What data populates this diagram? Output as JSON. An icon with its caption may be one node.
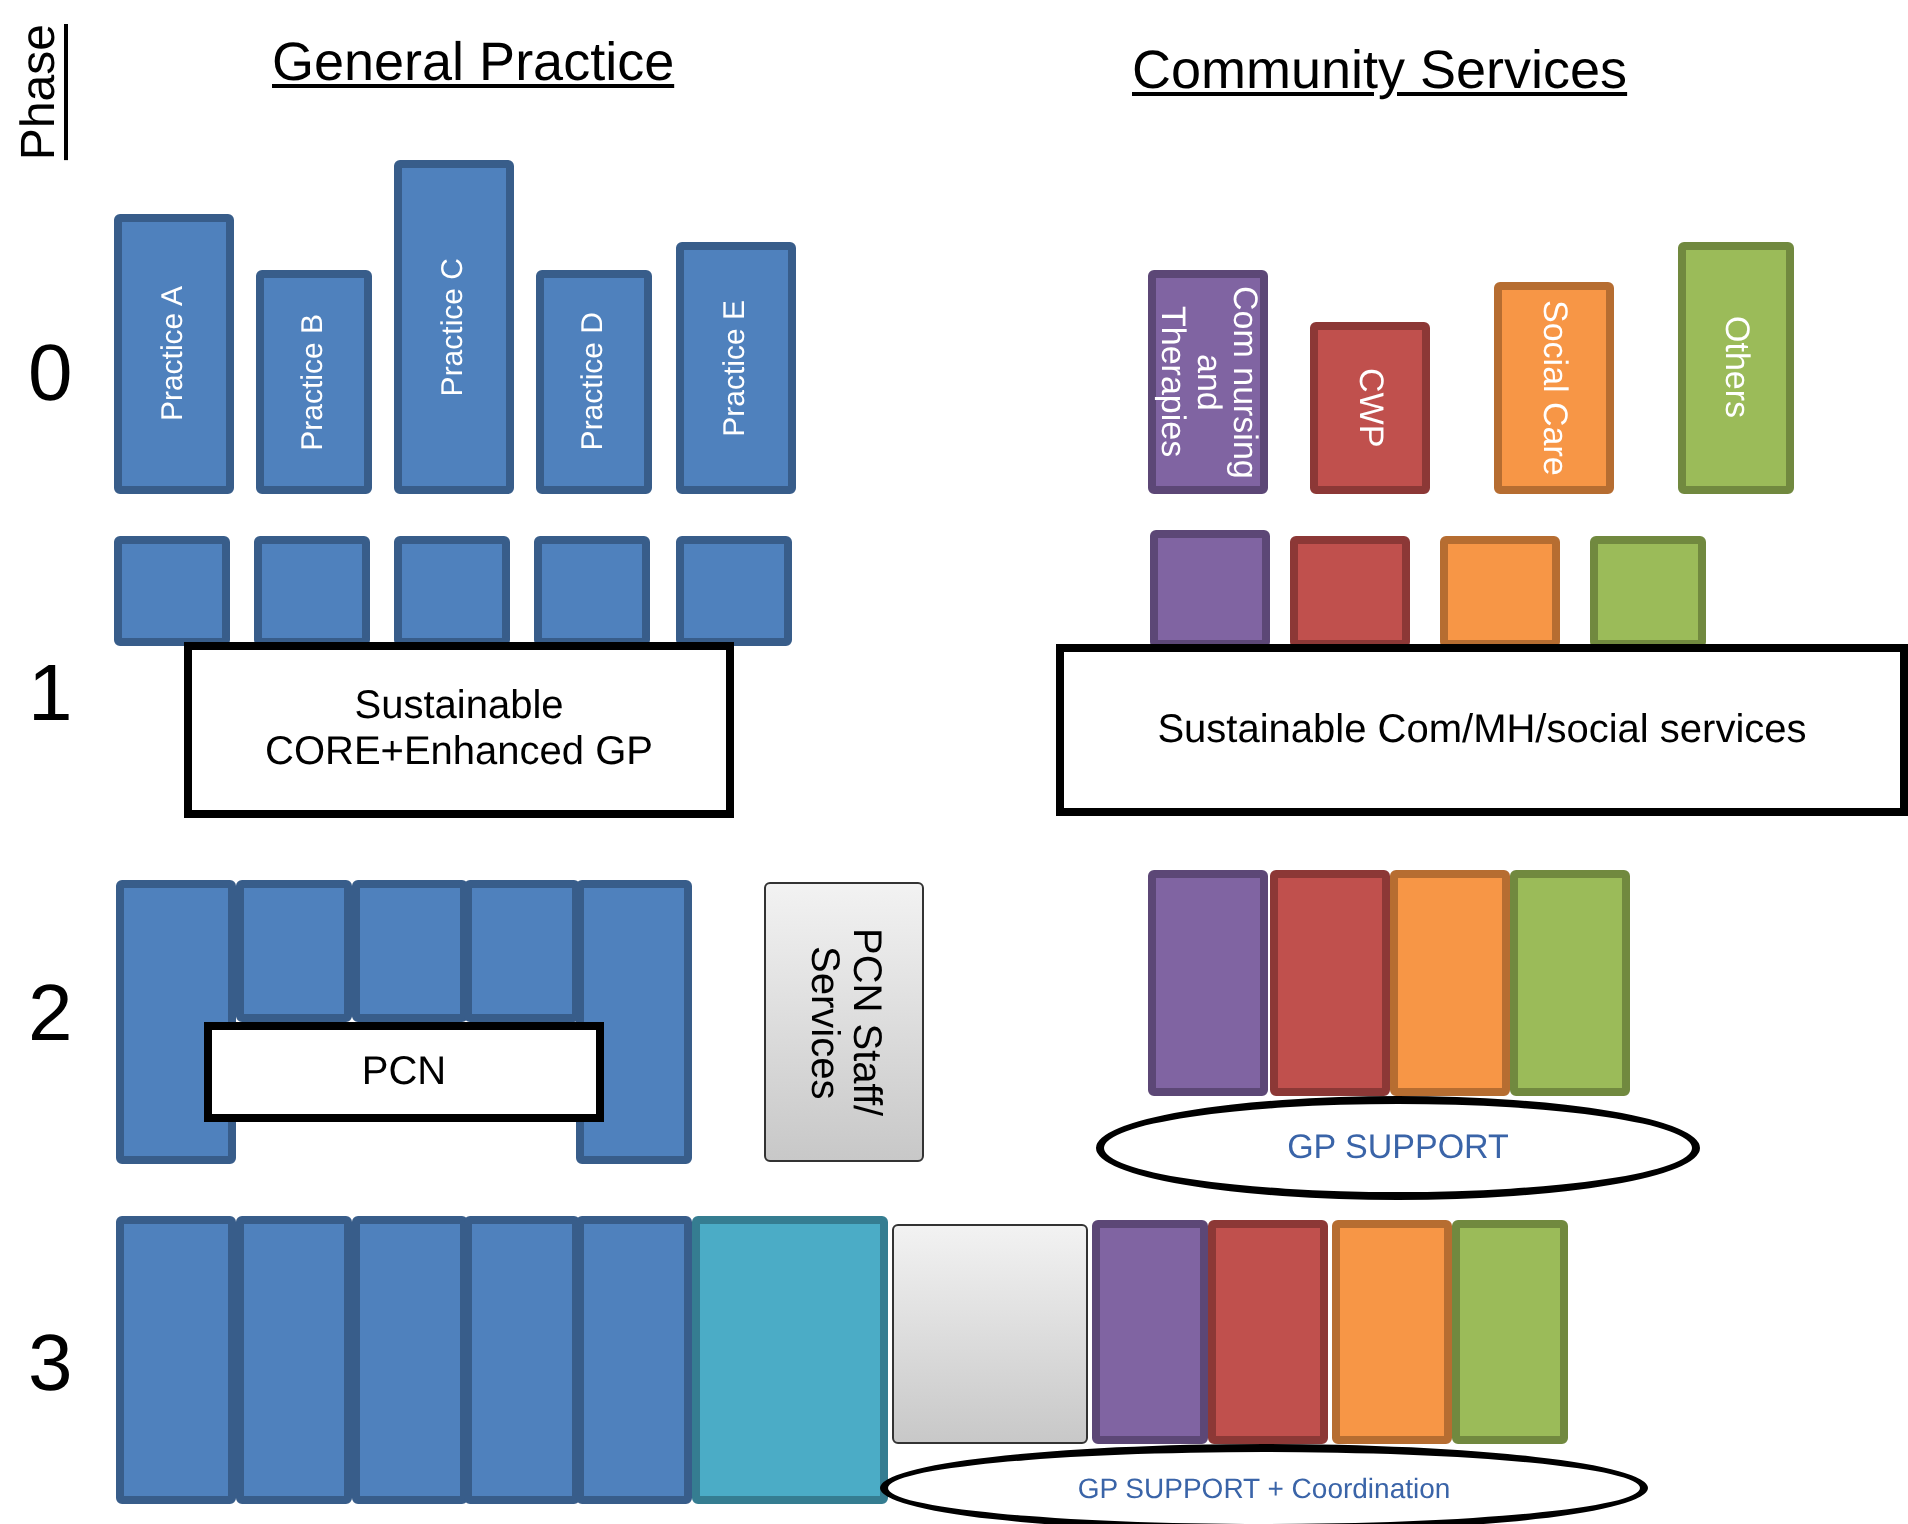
{
  "diagram": {
    "nodes": [
      {
        "text": [
          "Practice A"
        ]
      },
      {
        "text": [
          "Practice B"
        ]
      },
      {
        "text": [
          "Practice C"
        ]
      },
      {
        "text": [
          "Practice D"
        ]
      },
      {
        "text": [
          "Practice E"
        ]
      },
      {
        "text": [
          "Com nursing and Therapies"
        ]
      },
      {
        "text": [
          "CWP"
        ]
      },
      {
        "text": [
          "Social Care"
        ]
      },
      {
        "text": [
          "Others"
        ]
      },
      {
        "text": [],
        "shape": "bar"
      },
      {
        "text": [],
        "shape": "bar"
      },
      {
        "text": [],
        "shape": "bar"
      },
      {
        "text": [],
        "shape": "bar"
      },
      {
        "text": [],
        "shape": "bar"
      },
      {
        "text": [
          "Sustainable CORE+Enhanced GP"
        ]
      },
      {
        "text": [],
        "shape": "bar"
      },
      {
        "text": [],
        "shape": "bar"
      },
      {
        "text": [],
        "shape": "bar"
      },
      {
        "text": [],
        "shape": "bar"
      },
      {
        "text": [
          "Sustainable Com/MH/social services"
        ]
      },
      {
        "text": [],
        "shape": "bar"
      },
      {
        "text": [],
        "shape": "bar"
      },
      {
        "text": [],
        "shape": "bar"
      },
      {
        "text": [],
        "shape": "bar"
      },
      {
        "text": [],
        "shape": "bar"
      },
      {
        "text": [
          "PCN"
        ]
      },
      {
        "text": [
          "PCN Staff/ Services"
        ]
      },
      {
        "text": [],
        "shape": "bar"
      },
      {
        "text": [],
        "shape": "bar"
      },
      {
        "text": [],
        "shape": "bar"
      },
      {
        "text": [],
        "shape": "bar"
      },
      {
        "text": [
          "GP SUPPORT"
        ]
      },
      {
        "text": [],
        "shape": "bar"
      },
      {
        "text": [],
        "shape": "bar"
      },
      {
        "text": [],
        "shape": "bar"
      },
      {
        "text": [],
        "shape": "bar"
      },
      {
        "text": [],
        "shape": "bar"
      },
      {
        "text": [],
        "shape": "bar"
      },
      {
        "text": [],
        "shape": "bar"
      },
      {
        "text": [],
        "shape": "bar"
      },
      {
        "text": [],
        "shape": "bar"
      },
      {
        "text": [],
        "shape": "bar"
      },
      {
        "text": [],
        "shape": "bar"
      },
      {
        "text": [
          "GP SUPPORT + Coordination"
        ]
      }
    ],
    "edges": [],
    "labels": [
      "Phase",
      "General Practice",
      "Community Services",
      "0",
      "1",
      "2",
      "3"
    ]
  }
}
